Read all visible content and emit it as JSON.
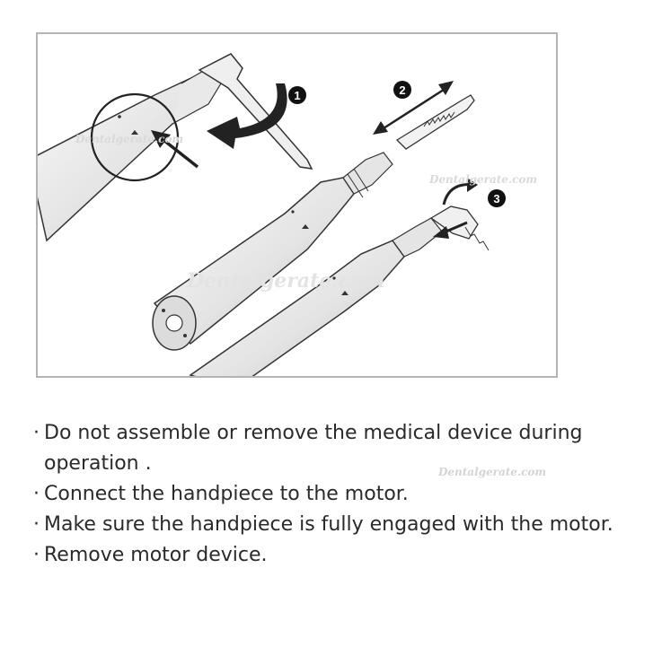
{
  "figure": {
    "step_markers": [
      "1",
      "2",
      "3"
    ],
    "icons": [
      "rotate-arrow-icon",
      "push-arrow-icon",
      "double-arrow-icon",
      "curved-arrow-icon",
      "back-arrow-icon"
    ]
  },
  "watermarks": [
    "Dentalgerate.com",
    "Dentalgerate.com",
    "Dentalgerate.com",
    "Dentalgerate.com"
  ],
  "instructions": [
    "Do not assemble or remove the medical device during operation .",
    "Connect the handpiece to the motor.",
    "Make sure the handpiece is fully engaged with the motor.",
    "Remove motor device."
  ],
  "colors": {
    "frame_border": "#b4b4b4",
    "text": "#2a2a2a",
    "metal_light": "#f4f4f4",
    "metal_dark": "#bdbdbd",
    "outline": "#333333"
  }
}
